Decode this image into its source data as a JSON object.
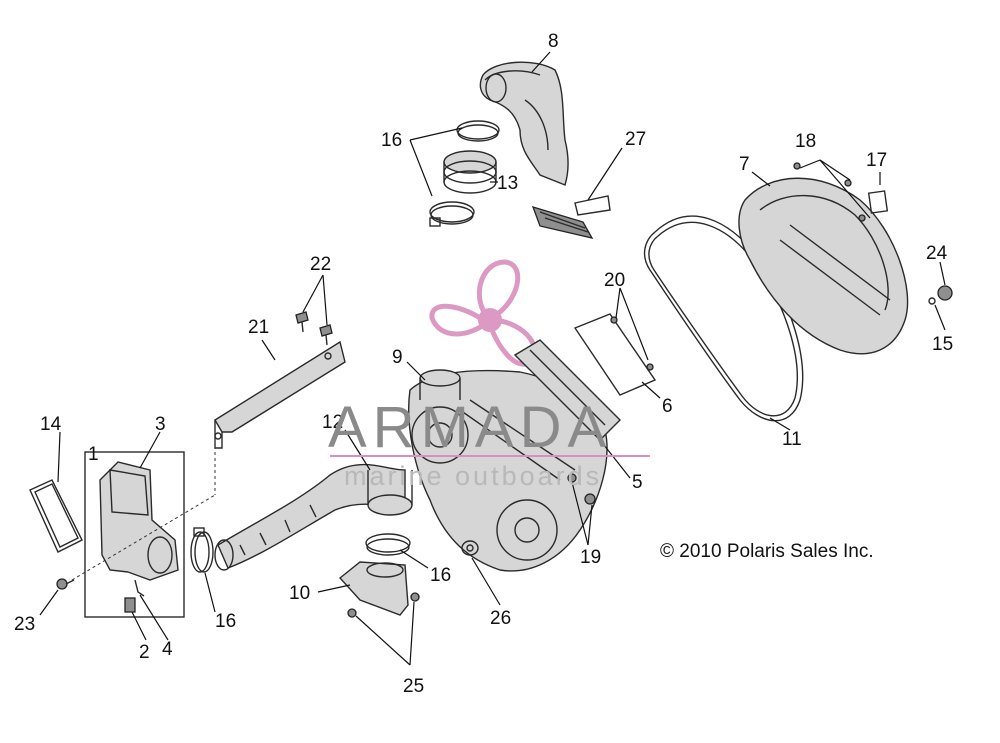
{
  "watermark": {
    "brand": "ARMADA",
    "tagline": "marine outboards",
    "accent_color": "#d98fbd"
  },
  "copyright": "© 2010 Polaris Sales Inc.",
  "callouts": {
    "c1": "1",
    "c2": "2",
    "c3": "3",
    "c4": "4",
    "c5": "5",
    "c6": "6",
    "c7": "7",
    "c8": "8",
    "c9": "9",
    "c10": "10",
    "c11": "11",
    "c12": "12",
    "c13": "13",
    "c14": "14",
    "c15": "15",
    "c16a": "16",
    "c16b": "16",
    "c16c": "16",
    "c17": "17",
    "c18": "18",
    "c19": "19",
    "c20": "20",
    "c21": "21",
    "c22": "22",
    "c23": "23",
    "c24": "24",
    "c25": "25",
    "c26": "26",
    "c27": "27"
  }
}
